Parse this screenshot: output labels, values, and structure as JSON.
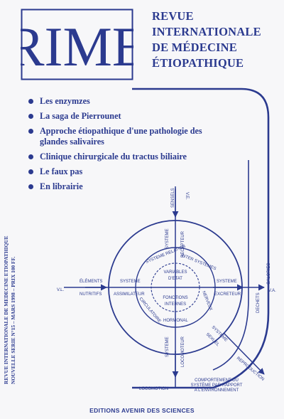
{
  "logo": {
    "text": "RIME"
  },
  "title": {
    "line1": "REVUE",
    "line2": "INTERNATIONALE",
    "line3": "DE MÉDECINE",
    "line4": "ÉTIOPATHIQUE"
  },
  "contents": [
    "Les enzymzes",
    "La saga de Pierrounet",
    "Approche étiopathique d'une pathologie des glandes salivaires",
    "Clinique chirurgicale du tractus biliaire",
    "Le faux pas",
    "En librairie"
  ],
  "spine": {
    "line1": "REVUE INTERNATIONALE DE MEDECINE ETIOPATHIQUE",
    "line2": "NOUVELLE SERIE N°15 – MARS 1998 – PRIX 100 FF."
  },
  "diagram": {
    "left_top": "ÉLÉMENTS",
    "left_bottom": "NUTRITIFS",
    "left_vl": "V.L.",
    "sys_assim_1": "SYSTEME",
    "sys_assim_2": "ASSIMILATEUR",
    "sys_excr_1": "SYSTEME",
    "sys_excr_2": "EXCRETEUR",
    "sys_recep_1": "SYSTEME",
    "sys_recep_2": "RECEPTEUR",
    "sys_sexuel_1": "SYSTEME",
    "sys_sexuel_2": "SEXUEL",
    "sys_loco_1": "SYSTEME",
    "sys_loco_2": "LOCOMOTEUR",
    "ring_relation": "SYSTEME RELATION",
    "ring_inter": "INTER SYSTEMES",
    "ring_nerveux": "NERVEUX",
    "ring_hormonal": "HORMONAL",
    "ring_circ": "CIRCULATOIRE",
    "center_top_1": "VARIABLES",
    "center_top_2": "D'ETAT",
    "center_bottom_1": "FONCTIONS",
    "center_bottom_2": "INTERNES",
    "sensels": "SENSELS",
    "ve": "V.E.",
    "dechets": "DECHETS",
    "calories": "CALORIES",
    "va": "V.A.",
    "reproduction": "REPRODUCTION",
    "locomotion": "LOCOMOTION",
    "comport_1": "COMPORTEMENT DU",
    "comport_2": "SYSTÈME PAR RAPPORT",
    "comport_3": "A L'ENVIRONNEMENT"
  },
  "footer": {
    "publisher": "EDITIONS AVENIR DES SCIENCES"
  },
  "colors": {
    "ink": "#2b3a8f",
    "paper": "#f7f7f9"
  }
}
